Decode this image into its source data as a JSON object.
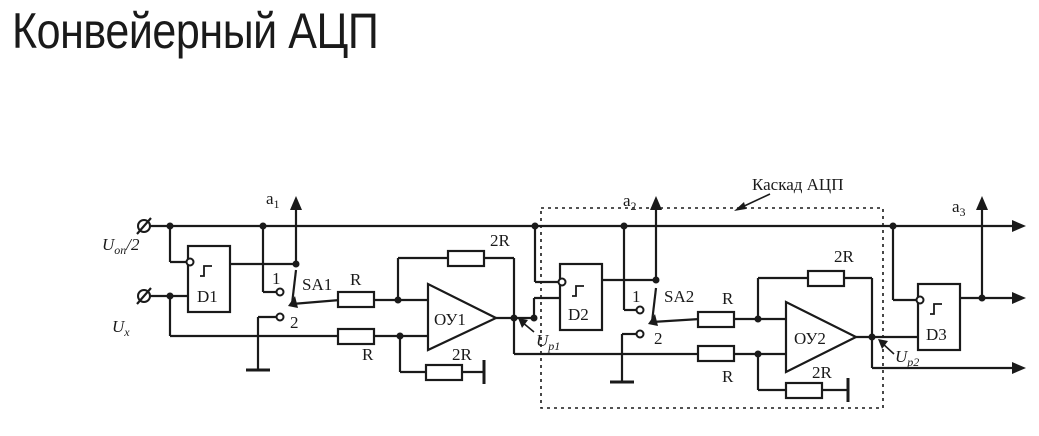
{
  "title": "Конвейерный АЦП",
  "labels": {
    "cascade": "Каскад АЦП",
    "a": "a",
    "a1_sub": "1",
    "a2_sub": "2",
    "a3_sub": "3",
    "U": "U",
    "uop_sub": "оп",
    "uop_tail": "/2",
    "ux_sub": "x",
    "up1_sub": "р1",
    "up2_sub": "р2",
    "D1": "D1",
    "D2": "D2",
    "D3": "D3",
    "SA1": "SA1",
    "SA2": "SA2",
    "OU1": "ОУ1",
    "OU2": "ОУ2",
    "R": "R",
    "twoR": "2R",
    "pos1": "1",
    "pos2": "2"
  }
}
